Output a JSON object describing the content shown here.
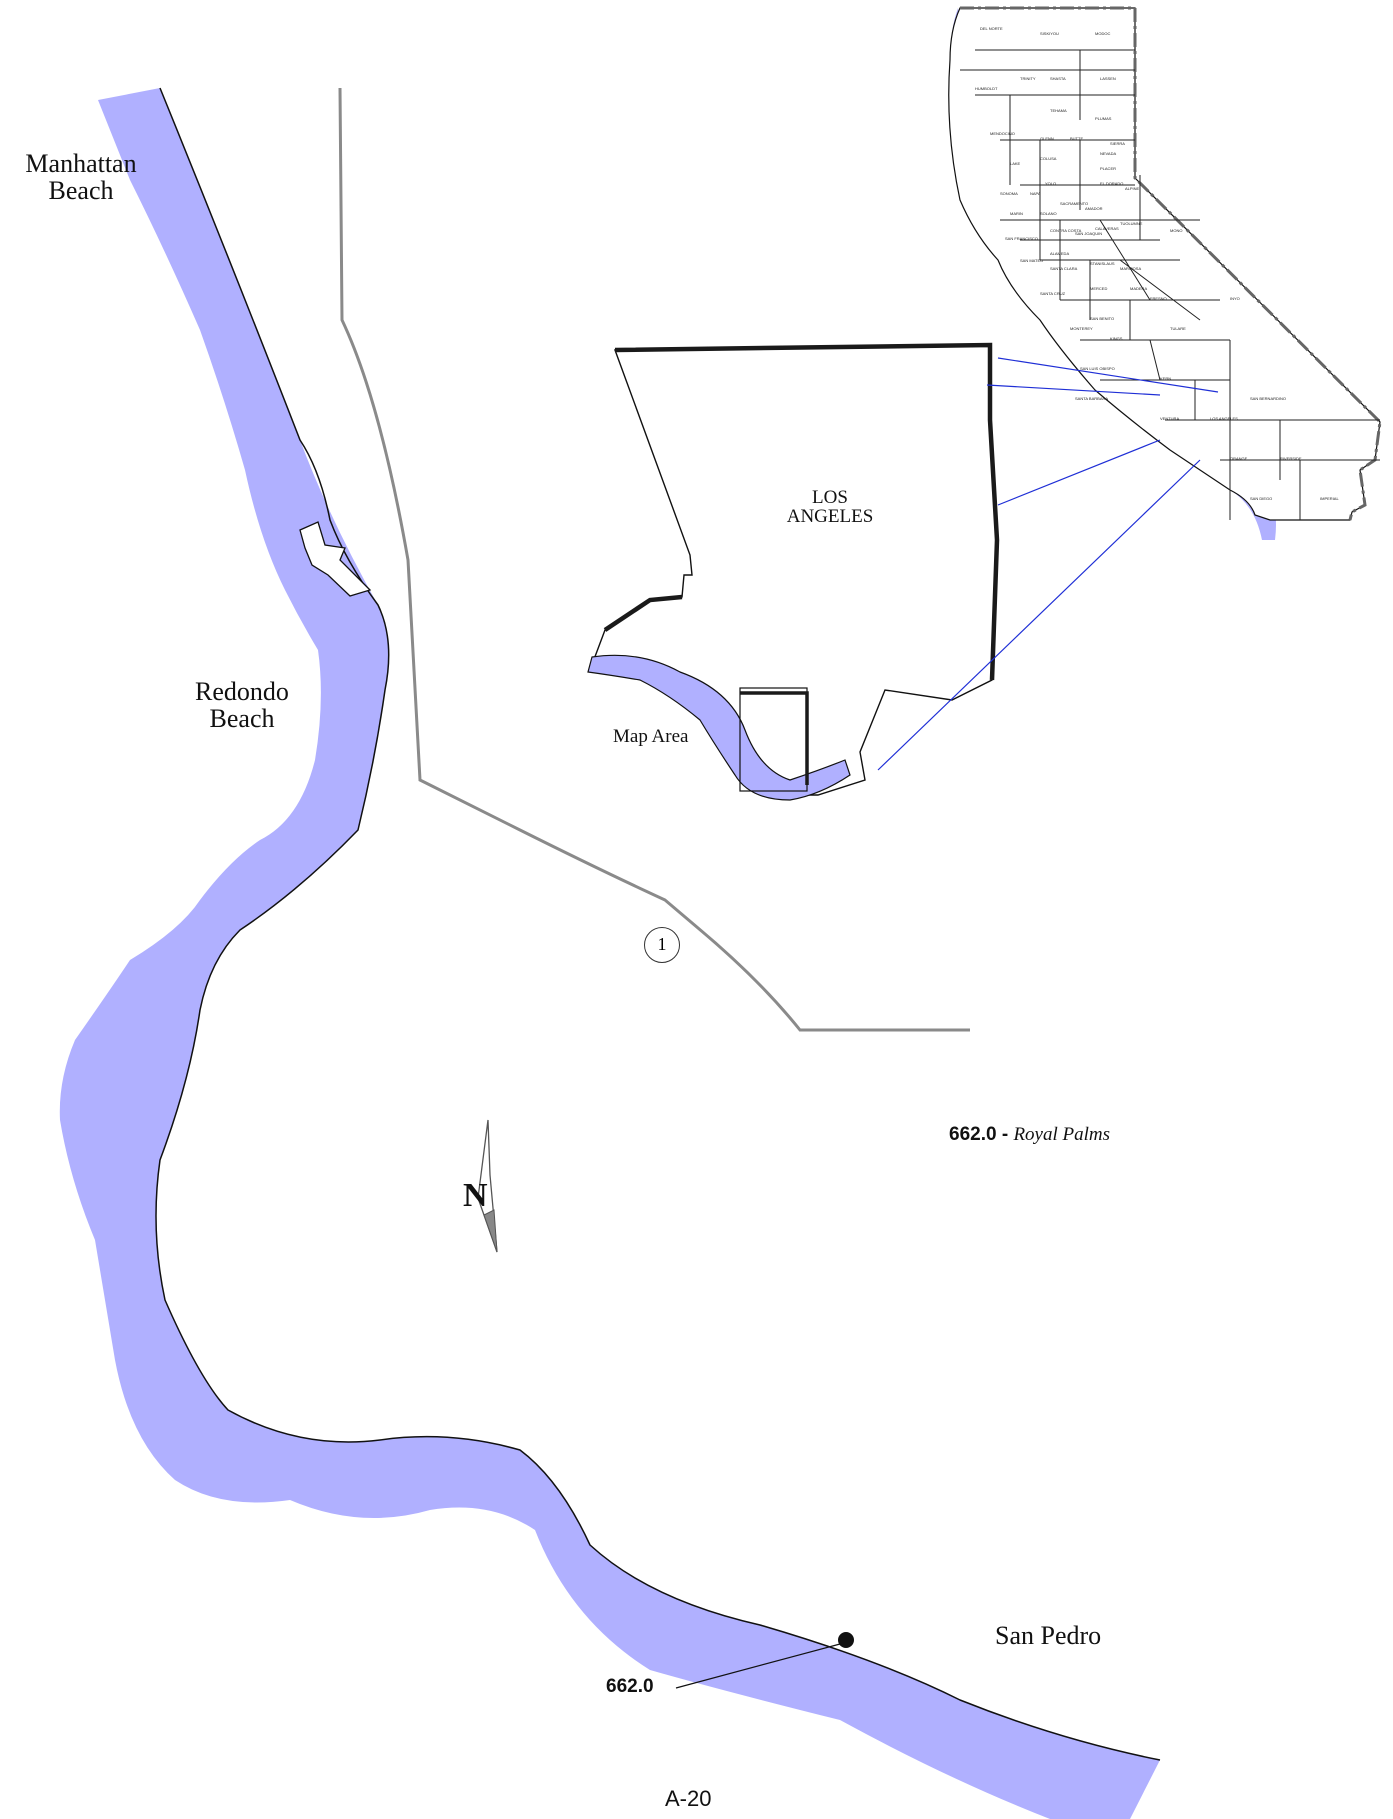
{
  "colors": {
    "water": "#b0b0ff",
    "coast_line": "#111111",
    "highway": "#8a8a8a",
    "leader_blue": "#1f2fd6",
    "boundary": "#1a1a1a"
  },
  "places": {
    "manhattan_beach": "Manhattan\nBeach",
    "redondo_beach": "Redondo\nBeach",
    "san_pedro": "San Pedro"
  },
  "inset": {
    "county_label": "LOS\nANGELES",
    "map_area_label": "Map Area"
  },
  "highway_shield": "1",
  "site": {
    "number": "662.0",
    "separator": " - ",
    "name": "Royal Palms"
  },
  "marker_label": "662.0",
  "north_arrow": "N",
  "page_number": "A-20",
  "state_map": {
    "counties": [
      "DEL NORTE",
      "SISKIYOU",
      "MODOC",
      "HUMBOLDT",
      "TRINITY",
      "SHASTA",
      "LASSEN",
      "TEHAMA",
      "PLUMAS",
      "MENDOCINO",
      "GLENN",
      "BUTTE",
      "SIERRA",
      "COLUSA",
      "NEVADA",
      "LAKE",
      "YOLO",
      "PLACER",
      "SONOMA",
      "NAPA",
      "EL DORADO",
      "ALPINE",
      "MARIN",
      "SOLANO",
      "SACRAMENTO",
      "AMADOR",
      "SAN FRANCISCO",
      "CONTRA COSTA",
      "SAN JOAQUIN",
      "CALAVERAS",
      "TUOLUMNE",
      "MONO",
      "ALAMEDA",
      "SAN MATEO",
      "SANTA CLARA",
      "STANISLAUS",
      "MARIPOSA",
      "MERCED",
      "MADERA",
      "SANTA CRUZ",
      "SAN BENITO",
      "FRESNO",
      "INYO",
      "MONTEREY",
      "KINGS",
      "TULARE",
      "SAN LUIS OBISPO",
      "KERN",
      "SAN BERNARDINO",
      "SANTA BARBARA",
      "VENTURA",
      "LOS ANGELES",
      "ORANGE",
      "RIVERSIDE",
      "SAN DIEGO",
      "IMPERIAL"
    ]
  }
}
